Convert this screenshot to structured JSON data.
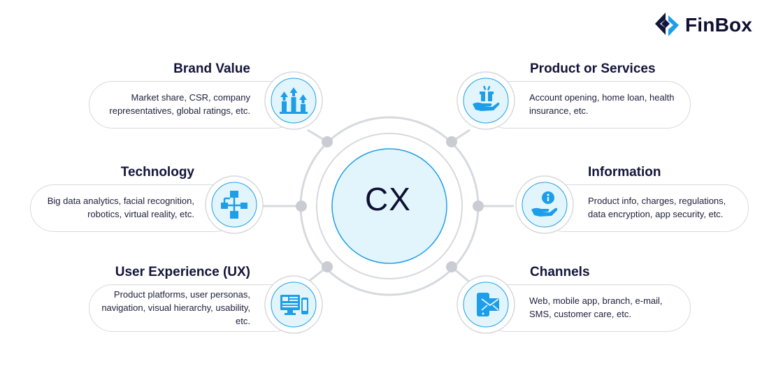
{
  "brand": {
    "name": "FinBox"
  },
  "center": {
    "label": "CX"
  },
  "colors": {
    "icon_blue": "#1d9ee9",
    "circle_fill": "#e3f5fc",
    "navy": "#12153a",
    "line_gray": "#d6d9de"
  },
  "nodes": [
    {
      "id": "brand-value",
      "title": "Brand Value",
      "description_lines": [
        "Market share, CSR, company",
        "representatives, global ratings, etc."
      ],
      "icon": "growth-chart-icon"
    },
    {
      "id": "technology",
      "title": "Technology",
      "description_lines": [
        "Big data analytics, facial recognition,",
        "robotics, virtual reality, etc."
      ],
      "icon": "network-nodes-icon"
    },
    {
      "id": "user-experience",
      "title": "User Experience (UX)",
      "description_lines": [
        "Product platforms, user personas,",
        "navigation, visual hierarchy, usability,",
        "etc."
      ],
      "icon": "devices-icon"
    },
    {
      "id": "product-services",
      "title": "Product or Services",
      "description_lines": [
        "Account opening, home loan, health",
        "insurance, etc."
      ],
      "icon": "hand-gift-icon"
    },
    {
      "id": "information",
      "title": "Information",
      "description_lines": [
        "Product info, charges, regulations,",
        "data encryption, app security, etc."
      ],
      "icon": "hand-info-icon"
    },
    {
      "id": "channels",
      "title": "Channels",
      "description_lines": [
        "Web, mobile app, branch, e-mail,",
        "SMS, customer care, etc."
      ],
      "icon": "mail-phone-icon"
    }
  ]
}
